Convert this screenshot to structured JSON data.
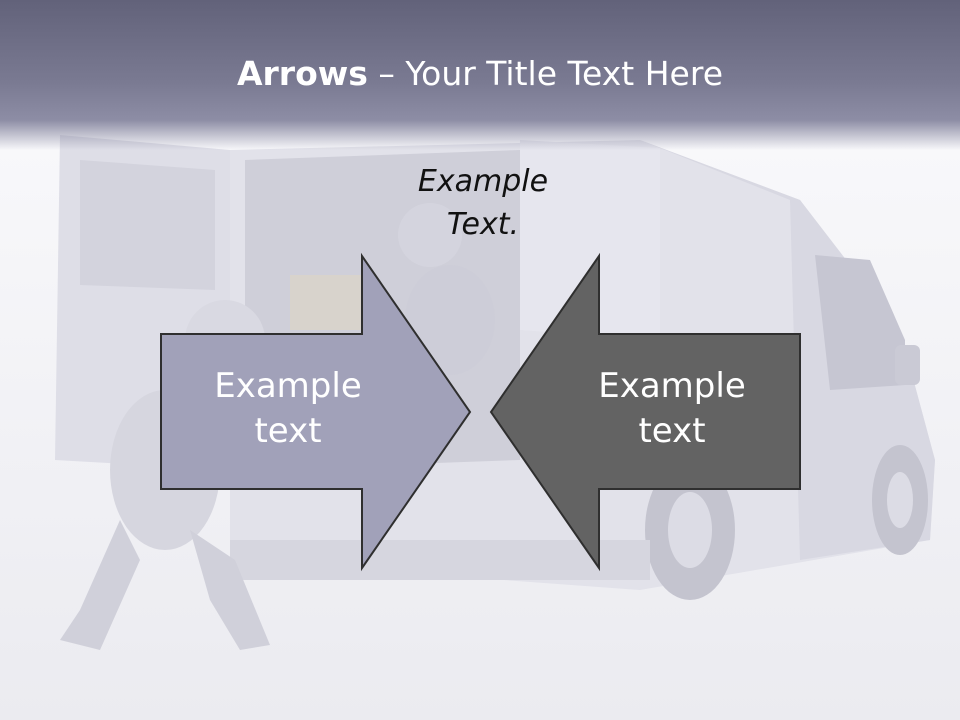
{
  "slide": {
    "title_bold": "Arrows",
    "title_rest": " – Your Title Text Here",
    "callout_line1": "Example",
    "callout_line2": "Text.",
    "left_arrow": {
      "line1": "Example",
      "line2": "text",
      "fill": "#a1a1b9"
    },
    "right_arrow": {
      "line1": "Example",
      "line2": "text",
      "fill": "#636363"
    },
    "background_image": "faded-delivery-van-with-figure-image"
  }
}
